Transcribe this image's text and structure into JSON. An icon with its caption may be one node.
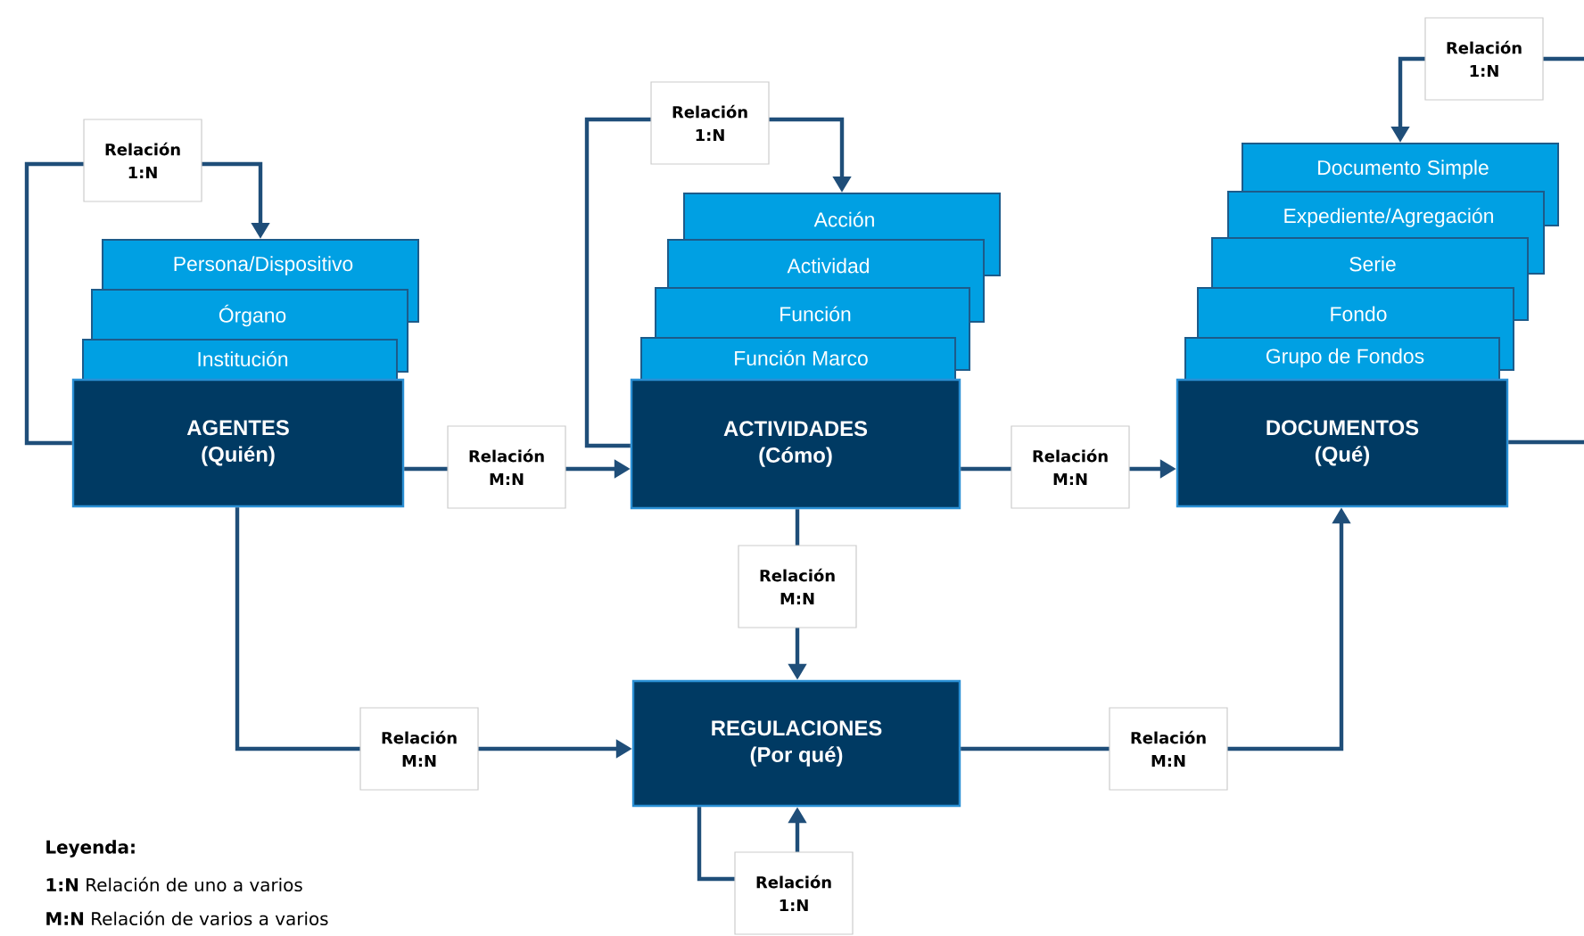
{
  "diagram": {
    "nodes": [
      {
        "text": [
          "Persona/Dispositivo"
        ]
      },
      {
        "text": [
          "Órgano"
        ]
      },
      {
        "text": [
          "Institución"
        ]
      },
      {
        "text": [
          "AGENTES",
          "(Quién)"
        ]
      },
      {
        "text": [
          "Acción"
        ]
      },
      {
        "text": [
          "Actividad"
        ]
      },
      {
        "text": [
          "Función"
        ]
      },
      {
        "text": [
          "Función Marco"
        ]
      },
      {
        "text": [
          "ACTIVIDADES",
          "(Cómo)"
        ]
      },
      {
        "text": [
          "Documento Simple"
        ]
      },
      {
        "text": [
          "Expediente/Agregación"
        ]
      },
      {
        "text": [
          "Serie"
        ]
      },
      {
        "text": [
          "Fondo"
        ]
      },
      {
        "text": [
          "Grupo de Fondos"
        ]
      },
      {
        "text": [
          "DOCUMENTOS",
          "(Qué)"
        ]
      },
      {
        "text": [
          "REGULACIONES",
          "(Por qué)"
        ]
      }
    ],
    "edges": [
      {
        "from": 3,
        "to": 0,
        "arrow": "to",
        "label": "Relación 1:N"
      },
      {
        "from": 3,
        "to": 8,
        "arrow": "to",
        "label": "Relación M:N"
      },
      {
        "from": 8,
        "to": 4,
        "arrow": "to",
        "label": "Relación 1:N"
      },
      {
        "from": 8,
        "to": 14,
        "arrow": "to",
        "label": "Relación M:N"
      },
      {
        "from": 14,
        "to": 9,
        "arrow": "to",
        "label": "Relación 1:N"
      },
      {
        "from": 8,
        "to": 15,
        "arrow": "to",
        "label": "Relación M:N"
      },
      {
        "from": 3,
        "to": 15,
        "arrow": "to",
        "label": "Relación M:N"
      },
      {
        "from": 15,
        "to": 14,
        "arrow": "to",
        "label": "Relación M:N"
      },
      {
        "from": 15,
        "to": 15,
        "arrow": "to",
        "label": "Relación 1:N"
      }
    ],
    "labels": [
      "Leyenda:",
      "**1:N** Relación de uno a varios",
      "**M:N** Relación de varios a varios"
    ]
  }
}
